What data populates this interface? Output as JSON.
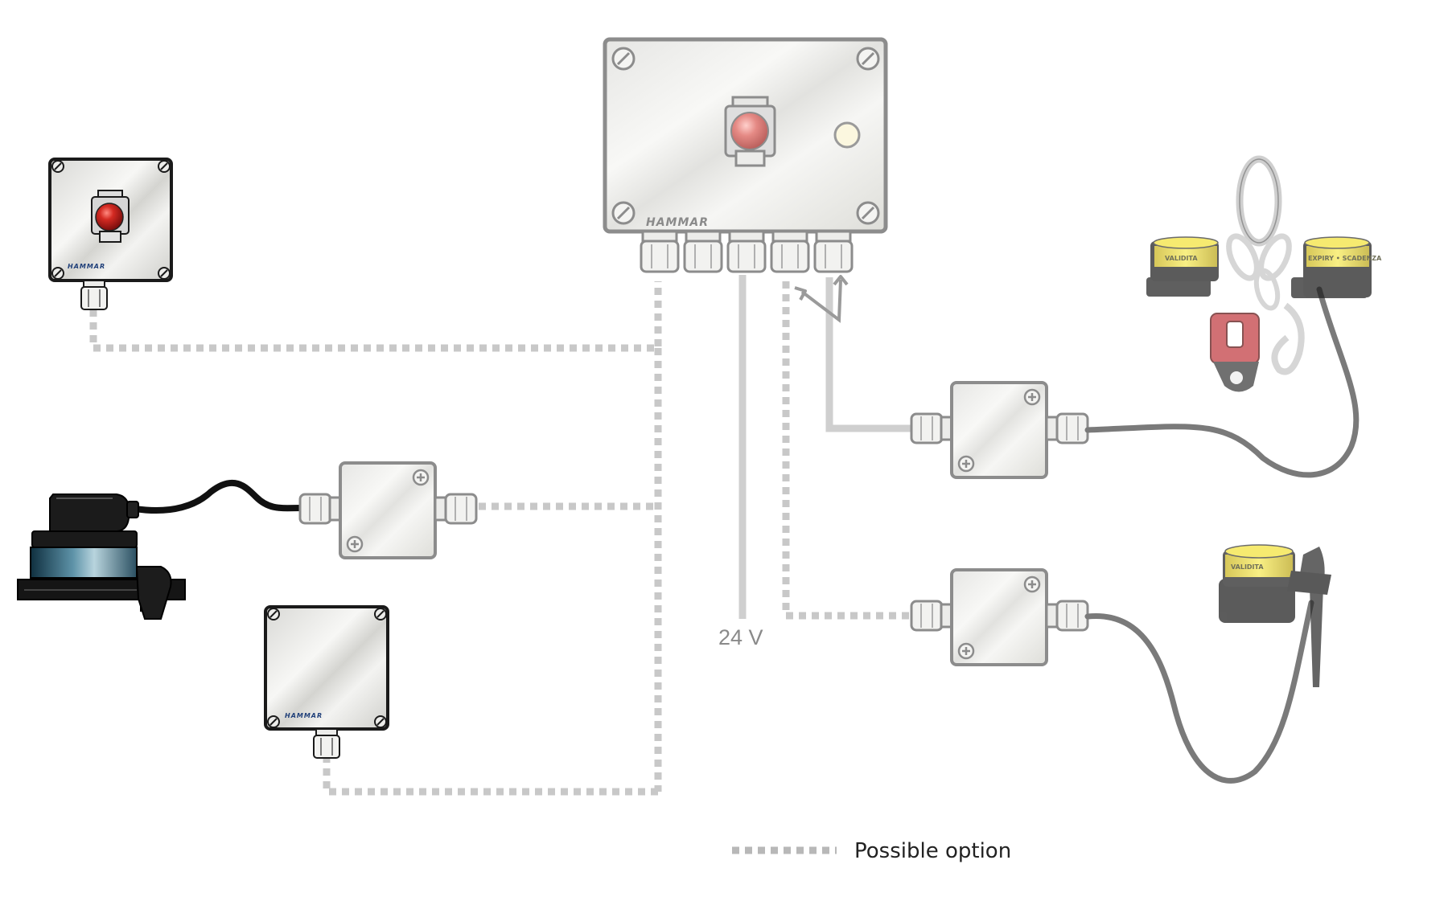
{
  "colors": {
    "enclosure_fill": "#efefed",
    "enclosure_stroke": "#8c8c8c",
    "active_stroke": "#1a1a1a",
    "dotted_line": "#c8c8c8",
    "solid_line": "#cfcfcf",
    "cable_dark": "#111111",
    "cable_grey": "#7a7a7a",
    "button_red": "#c0191c",
    "button_red_faded": "#d98a8a",
    "indicator": "#fbf7df",
    "unit_yellow": "#f3e23a",
    "brand_blue": "#1f3f79",
    "label_text": "#8a8a8a"
  },
  "branding": {
    "main_box": "HAMMAR",
    "small_button_box": "HAMMAR",
    "small_plain_box": "HAMMAR"
  },
  "labels": {
    "voltage": "24 V"
  },
  "release_units": {
    "top_left_ring": "VALIDITA",
    "top_right_ring": "EXPIRY • SCADENZA",
    "bottom_ring": "VALIDITA"
  },
  "legend": {
    "dotted_label": "Possible option"
  }
}
